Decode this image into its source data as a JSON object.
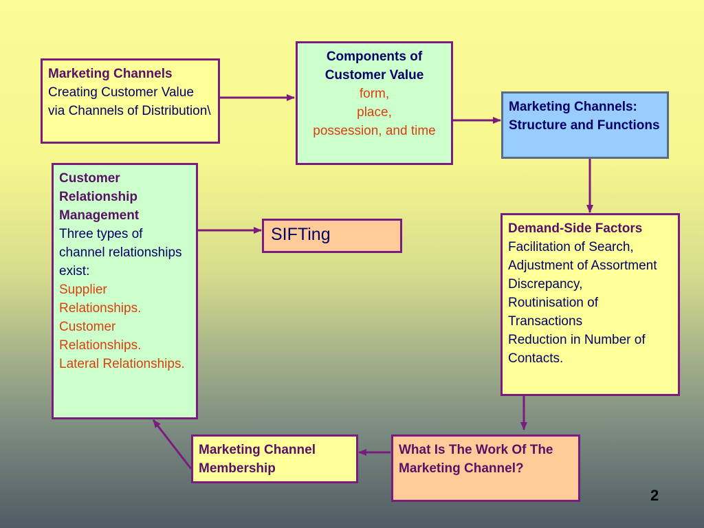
{
  "colors": {
    "box_border": "#7a1c7e",
    "arrow": "#7a1c7e",
    "yellow_box": "#ffff99",
    "green_box": "#ccffcc",
    "blue_box": "#99ccff",
    "orange_box": "#ffcc99",
    "text_navy": "#000066",
    "text_purple": "#5a0f66",
    "text_red": "#d8400e"
  },
  "boxes": {
    "marketing_channels": {
      "title": "Marketing Channels",
      "body": "Creating Customer Value via Channels of Distribution\\"
    },
    "components": {
      "title": "Components of Customer Value",
      "items": [
        "form,",
        "place,",
        "possession, and time"
      ]
    },
    "structure": {
      "title": "Marketing Channels: Structure and Functions"
    },
    "crm": {
      "title": "Customer Relationship Management",
      "intro": "Three types of channel relationships exist:",
      "items": [
        "Supplier Relationships.",
        "Customer Relationships.",
        "Lateral Relationships."
      ]
    },
    "sifting": {
      "label": "SIFTing"
    },
    "demand_side": {
      "title": "Demand-Side Factors",
      "items": [
        "Facilitation of Search,",
        "Adjustment of Assortment Discrepancy,",
        "Routinisation of Transactions",
        "Reduction in Number of Contacts."
      ]
    },
    "membership": {
      "title": "Marketing Channel Membership"
    },
    "work": {
      "title": "What Is The Work Of The Marketing Channel?"
    }
  },
  "page_number": "2"
}
